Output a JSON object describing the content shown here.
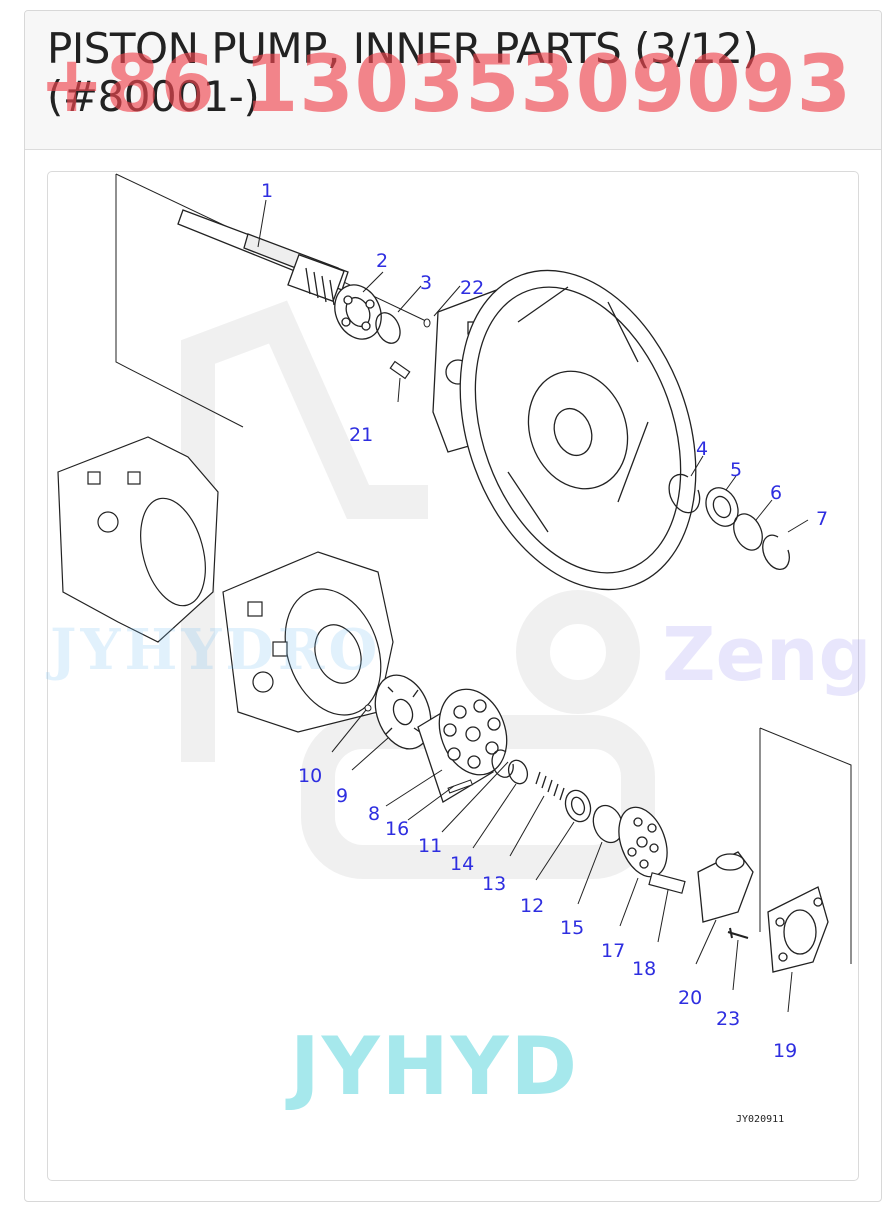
{
  "header": {
    "title": "PISTON PUMP, INNER PARTS (3/12) (#80001-)",
    "phone_watermark": "+86 13035309093"
  },
  "figure": {
    "drawing_code": "JY020911",
    "watermarks": {
      "brand_1": "JYHYDRO",
      "brand_2": "Zeng",
      "brand_3": "JYHYD"
    },
    "callouts": [
      "1",
      "2",
      "3",
      "22",
      "21",
      "4",
      "5",
      "6",
      "7",
      "10",
      "9",
      "8",
      "16",
      "11",
      "14",
      "13",
      "12",
      "15",
      "17",
      "18",
      "20",
      "23",
      "19"
    ]
  },
  "colors": {
    "callout": "#2e2ee0",
    "phone": "#f04650",
    "jyhyd": "#a6e8ec"
  }
}
